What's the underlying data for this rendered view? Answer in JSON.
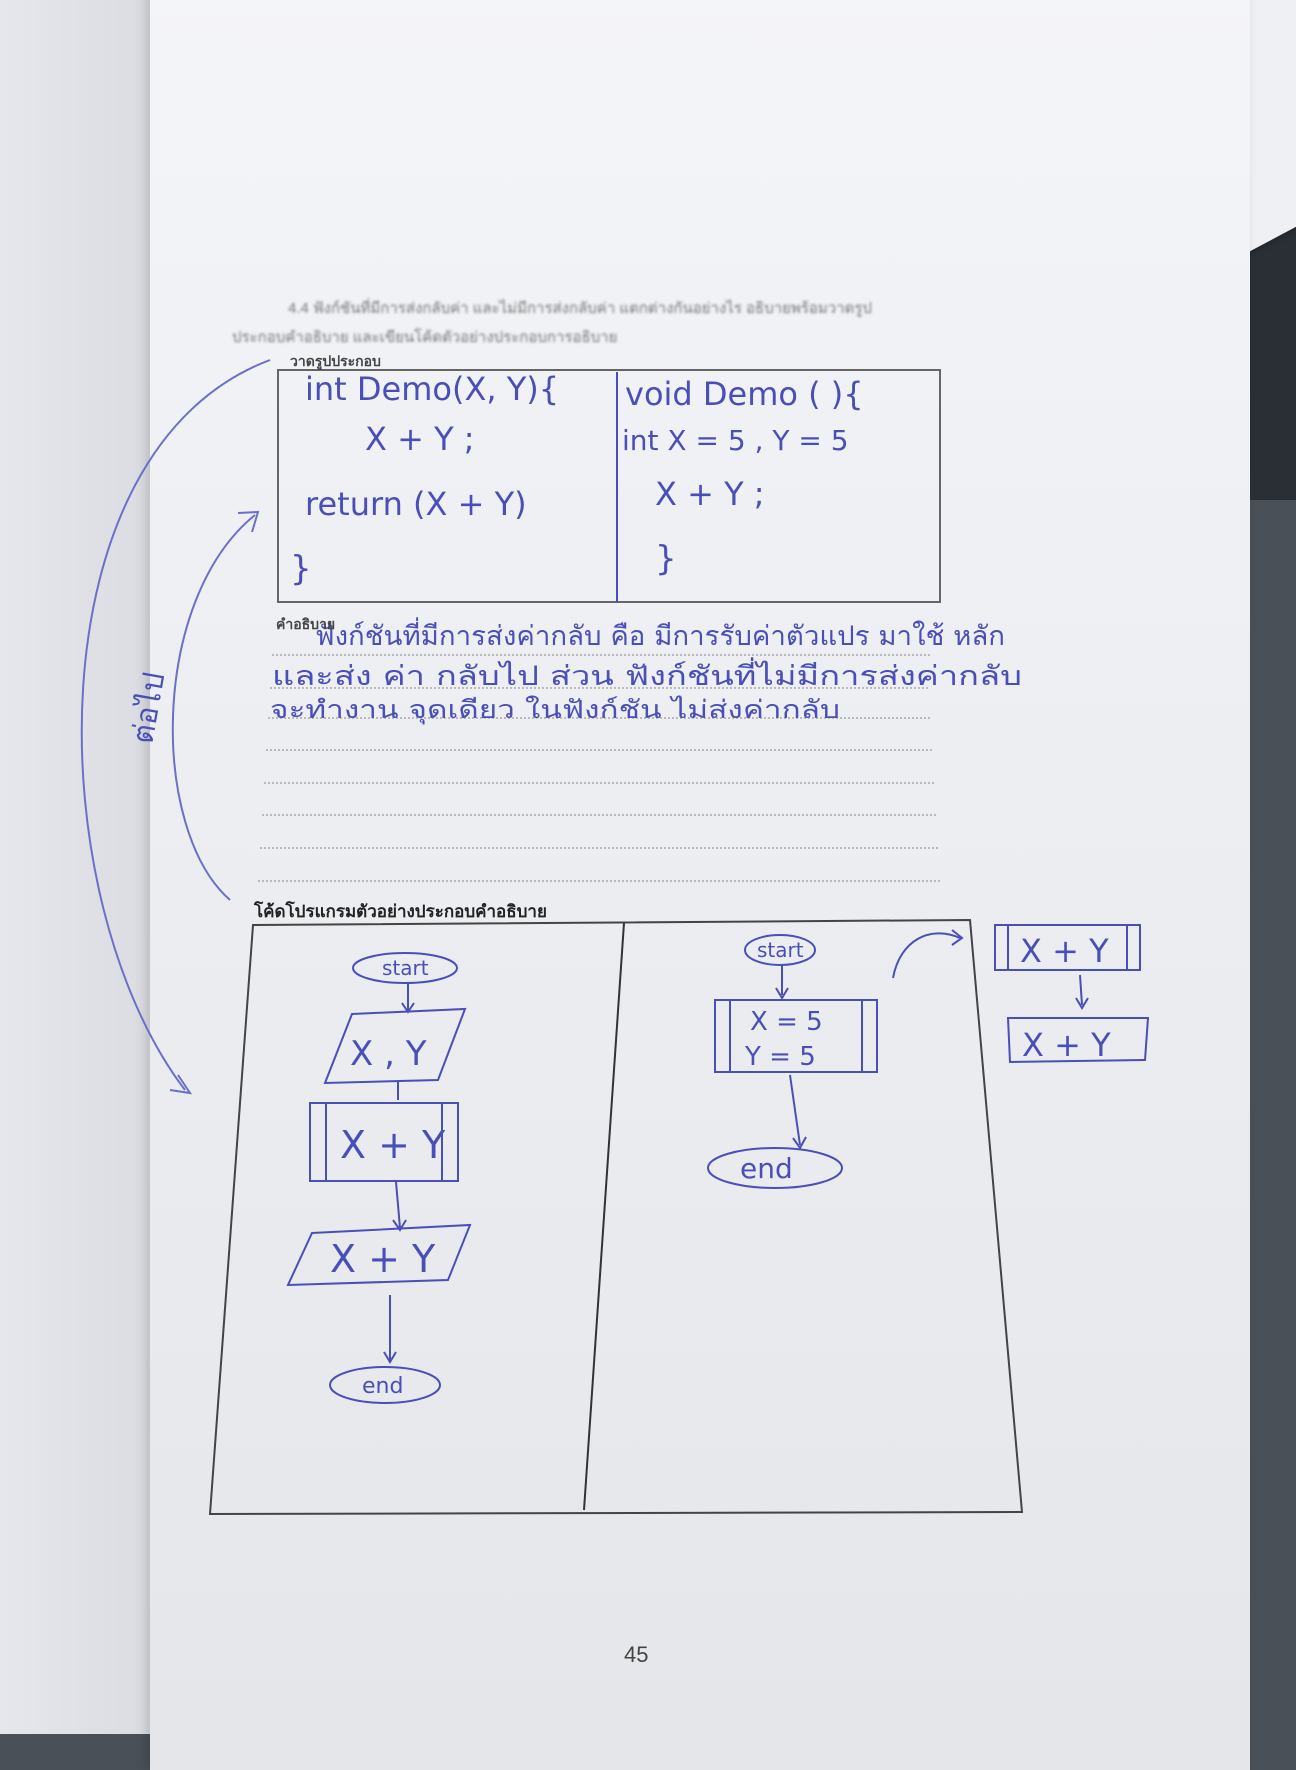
{
  "worksheet": {
    "question": "4.4 ฟังก์ชันที่มีการส่งกลับค่า และไม่มีการส่งกลับค่า แตกต่างกันอย่างไร อธิบายพร้อมวาดรูป",
    "question_cont": "ประกอบคำอธิบาย และเขียนโค้ดตัวอย่างประกอบการอธิบาย",
    "drawing_label": "วาดรูปประกอบ",
    "explain_label": "คำอธิบาย",
    "code_label": "โค้ดโปรแกรมตัวอย่างประกอบคำอธิบาย",
    "page_number": "45"
  },
  "handwriting": {
    "margin_note": "ต่อไป",
    "left_code": [
      "int Demo(X, Y){",
      "X + Y ;",
      "return (X + Y)",
      "}"
    ],
    "right_code": [
      "void Demo ( ){",
      "int X = 5 , Y = 5",
      "X + Y ;",
      "}"
    ],
    "explanation": [
      "ฟังก์ชันที่มีการส่งค่ากลับ คือ มีการรับค่าตัวแปร มาใช้ หลัก",
      "และส่ง ค่า กลับไป ส่วน ฟังก์ชันที่ไม่มีการส่งค่ากลับ",
      "จะทำงาน จุดเดียว ในฟังก์ชัน ไม่ส่งค่ากลับ"
    ],
    "flow_left": [
      "start",
      "X , Y",
      "X + Y",
      "X + Y",
      "end"
    ],
    "flow_mid": [
      "start",
      "X = 5",
      "Y = 5",
      "end"
    ],
    "flow_right": [
      "X + Y",
      "X + Y"
    ]
  }
}
